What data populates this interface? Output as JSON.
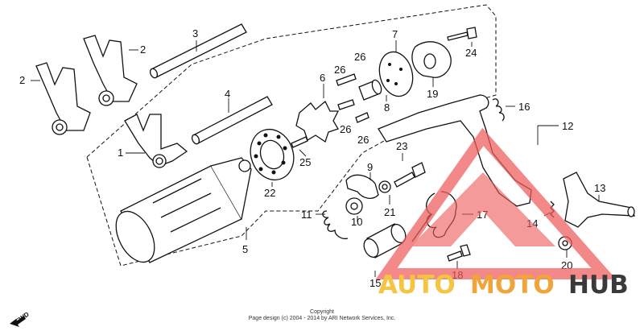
{
  "diagram": {
    "callouts": [
      "1",
      "2",
      "2",
      "3",
      "4",
      "5",
      "6",
      "7",
      "8",
      "9",
      "10",
      "11",
      "12",
      "13",
      "14",
      "15",
      "16",
      "17",
      "18",
      "19",
      "20",
      "21",
      "22",
      "23",
      "24",
      "25",
      "26",
      "26",
      "26",
      "26"
    ],
    "direction_label": "FWD"
  },
  "footer": {
    "line1": "Copyright",
    "line2": "Page design (c) 2004 - 2014 by ARI Network Services, Inc."
  },
  "watermark": {
    "part1": "AUTO",
    "part2": "MOTO",
    "part3": "HUB",
    "colors": {
      "auto": "#f5c443",
      "moto": "#f0a43a",
      "hub": "#3a3a3a",
      "triangle": "#ee5b5b"
    }
  }
}
